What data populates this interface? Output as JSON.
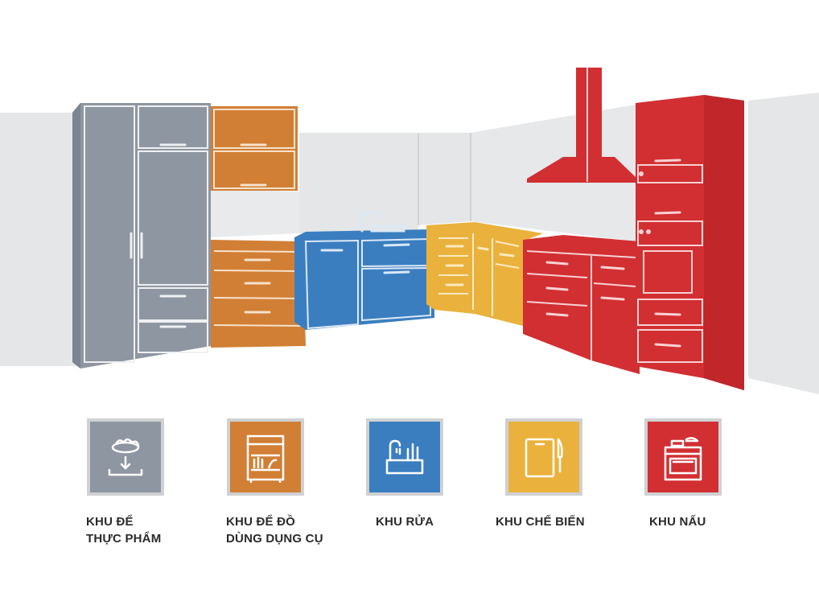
{
  "colors": {
    "storage": "#8e96a1",
    "utensils": "#d17f35",
    "sink": "#3a7ec0",
    "prep": "#eab23c",
    "cooking": "#d22f32",
    "wall": "#e4e6e8",
    "wall_edge": "#ced1d4",
    "frame_border": "#cfd1d3"
  },
  "zones": [
    {
      "key": "storage",
      "icon": "food-storage-icon",
      "label_lines": [
        "KHU ĐỂ",
        "THỰC PHẨM"
      ]
    },
    {
      "key": "utensils",
      "icon": "dish-rack-icon",
      "label_lines": [
        "KHU ĐỂ ĐỒ",
        "DÙNG DỤNG CỤ"
      ]
    },
    {
      "key": "sink",
      "icon": "sink-faucet-icon",
      "label_lines": [
        "KHU RỬA"
      ]
    },
    {
      "key": "prep",
      "icon": "cutting-board-icon",
      "label_lines": [
        "KHU CHẾ BIẾN"
      ]
    },
    {
      "key": "cooking",
      "icon": "stove-oven-icon",
      "label_lines": [
        "KHU NẤU"
      ]
    }
  ]
}
